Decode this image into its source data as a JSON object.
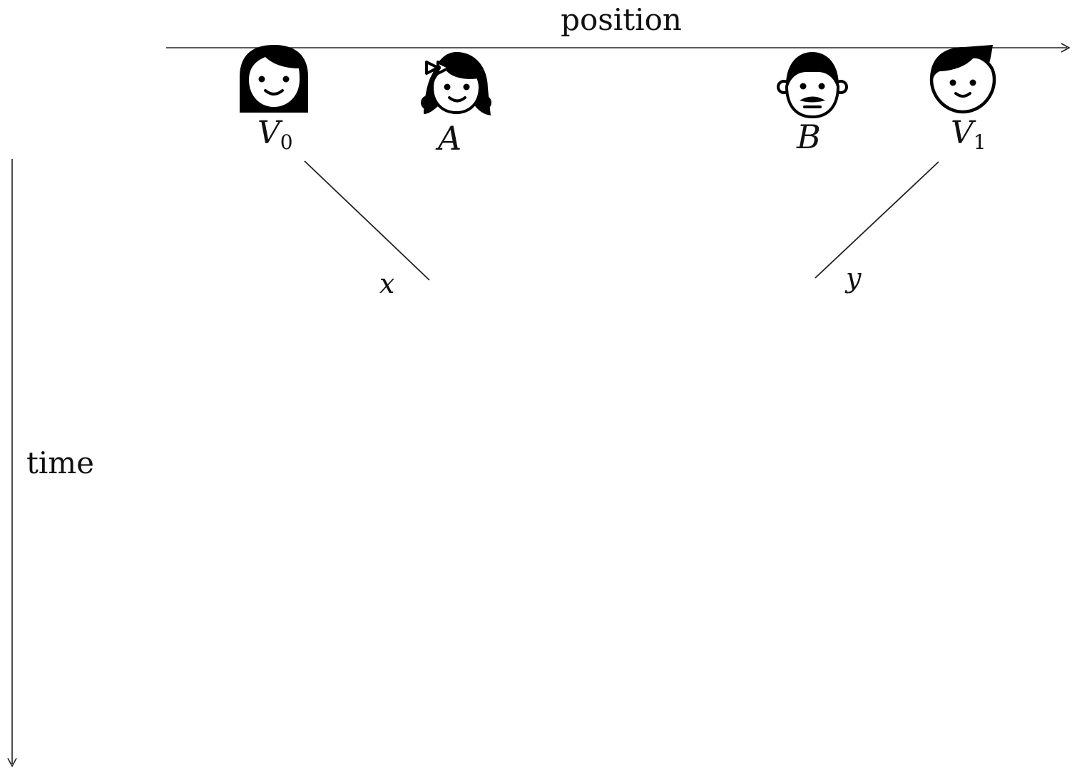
{
  "axes": {
    "position_label": "position",
    "time_label": "time"
  },
  "people": {
    "v0": {
      "letter": "V",
      "subscript": "0",
      "icon": "woman-face-icon"
    },
    "a": {
      "letter": "A",
      "subscript": "",
      "icon": "girl-face-icon"
    },
    "b": {
      "letter": "B",
      "subscript": "",
      "icon": "man-face-icon"
    },
    "v1": {
      "letter": "V",
      "subscript": "1",
      "icon": "boy-face-icon"
    }
  },
  "links": {
    "x": "x",
    "y": "y"
  },
  "colors": {
    "ink": "#111111",
    "background": "#ffffff"
  }
}
